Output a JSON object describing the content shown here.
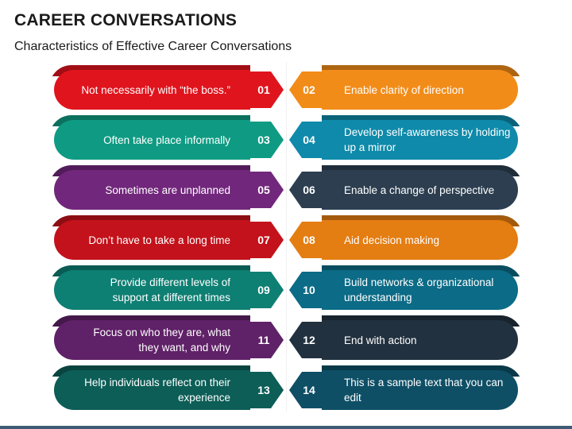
{
  "title": "CAREER CONVERSATIONS",
  "subtitle": "Characteristics of Effective Career Conversations",
  "left_items": [
    {
      "number": "01",
      "text": "Not necessarily with “the boss.”",
      "color": "#e0141d"
    },
    {
      "number": "03",
      "text": "Often take place informally",
      "color": "#0f9b83"
    },
    {
      "number": "05",
      "text": "Sometimes are unplanned",
      "color": "#71277b"
    },
    {
      "number": "07",
      "text": "Don’t have to take a long time",
      "color": "#c3121b"
    },
    {
      "number": "09",
      "text": "Provide different levels of support at different times",
      "color": "#0e7f73"
    },
    {
      "number": "11",
      "text": "Focus on who they are, what they want, and why",
      "color": "#5f2167"
    },
    {
      "number": "13",
      "text": "Help individuals reflect on their experience",
      "color": "#0c5e57"
    }
  ],
  "right_items": [
    {
      "number": "02",
      "text": "Enable clarity of direction",
      "color": "#f28c19"
    },
    {
      "number": "04",
      "text": "Develop self-awareness by holding up a mirror",
      "color": "#0f8aaa"
    },
    {
      "number": "06",
      "text": "Enable a change of perspective",
      "color": "#2c3e50"
    },
    {
      "number": "08",
      "text": "Aid decision making",
      "color": "#e47d12"
    },
    {
      "number": "10",
      "text": "Build networks & organizational understanding",
      "color": "#0c6b86"
    },
    {
      "number": "12",
      "text": "End with action",
      "color": "#22313f"
    },
    {
      "number": "14",
      "text": "This is a sample text that you can edit",
      "color": "#0e4f66"
    }
  ]
}
